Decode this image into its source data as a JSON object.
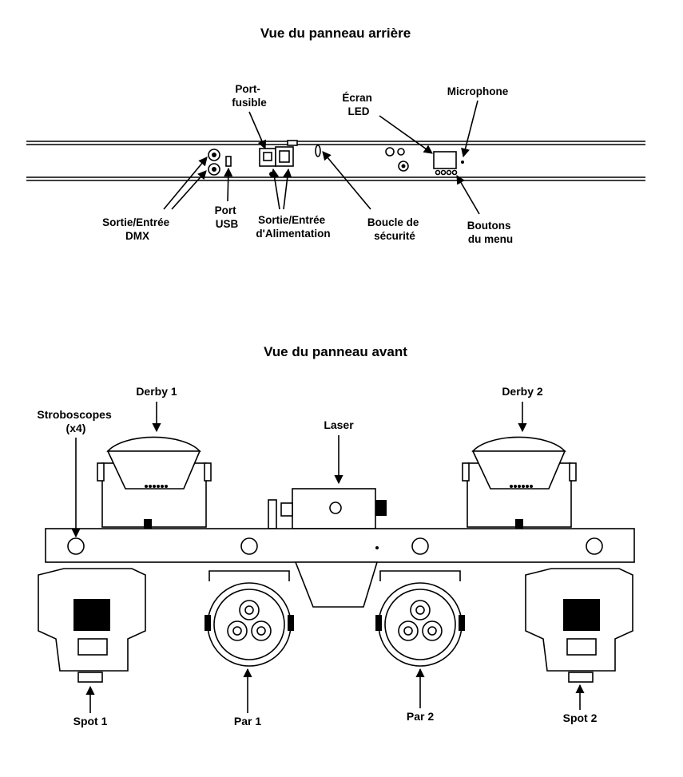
{
  "rear": {
    "title": "Vue du panneau arrière",
    "labels": {
      "fuse_holder": [
        "Port-",
        "fusible"
      ],
      "led_screen": [
        "Écran",
        "LED"
      ],
      "microphone": "Microphone",
      "dmx_io": [
        "Sortie/Entrée",
        "DMX"
      ],
      "usb_port": [
        "Port",
        "USB"
      ],
      "power_io": [
        "Sortie/Entrée",
        "d'Alimentation"
      ],
      "safety_loop": [
        "Boucle de",
        "sécurité"
      ],
      "menu_buttons": [
        "Boutons",
        "du menu"
      ]
    }
  },
  "front": {
    "title": "Vue du panneau avant",
    "labels": {
      "derby1": "Derby 1",
      "derby2": "Derby 2",
      "strobes": [
        "Stroboscopes",
        "(x4)"
      ],
      "laser": "Laser",
      "spot1": "Spot 1",
      "par1": "Par 1",
      "par2": "Par 2",
      "spot2": "Spot 2"
    }
  }
}
